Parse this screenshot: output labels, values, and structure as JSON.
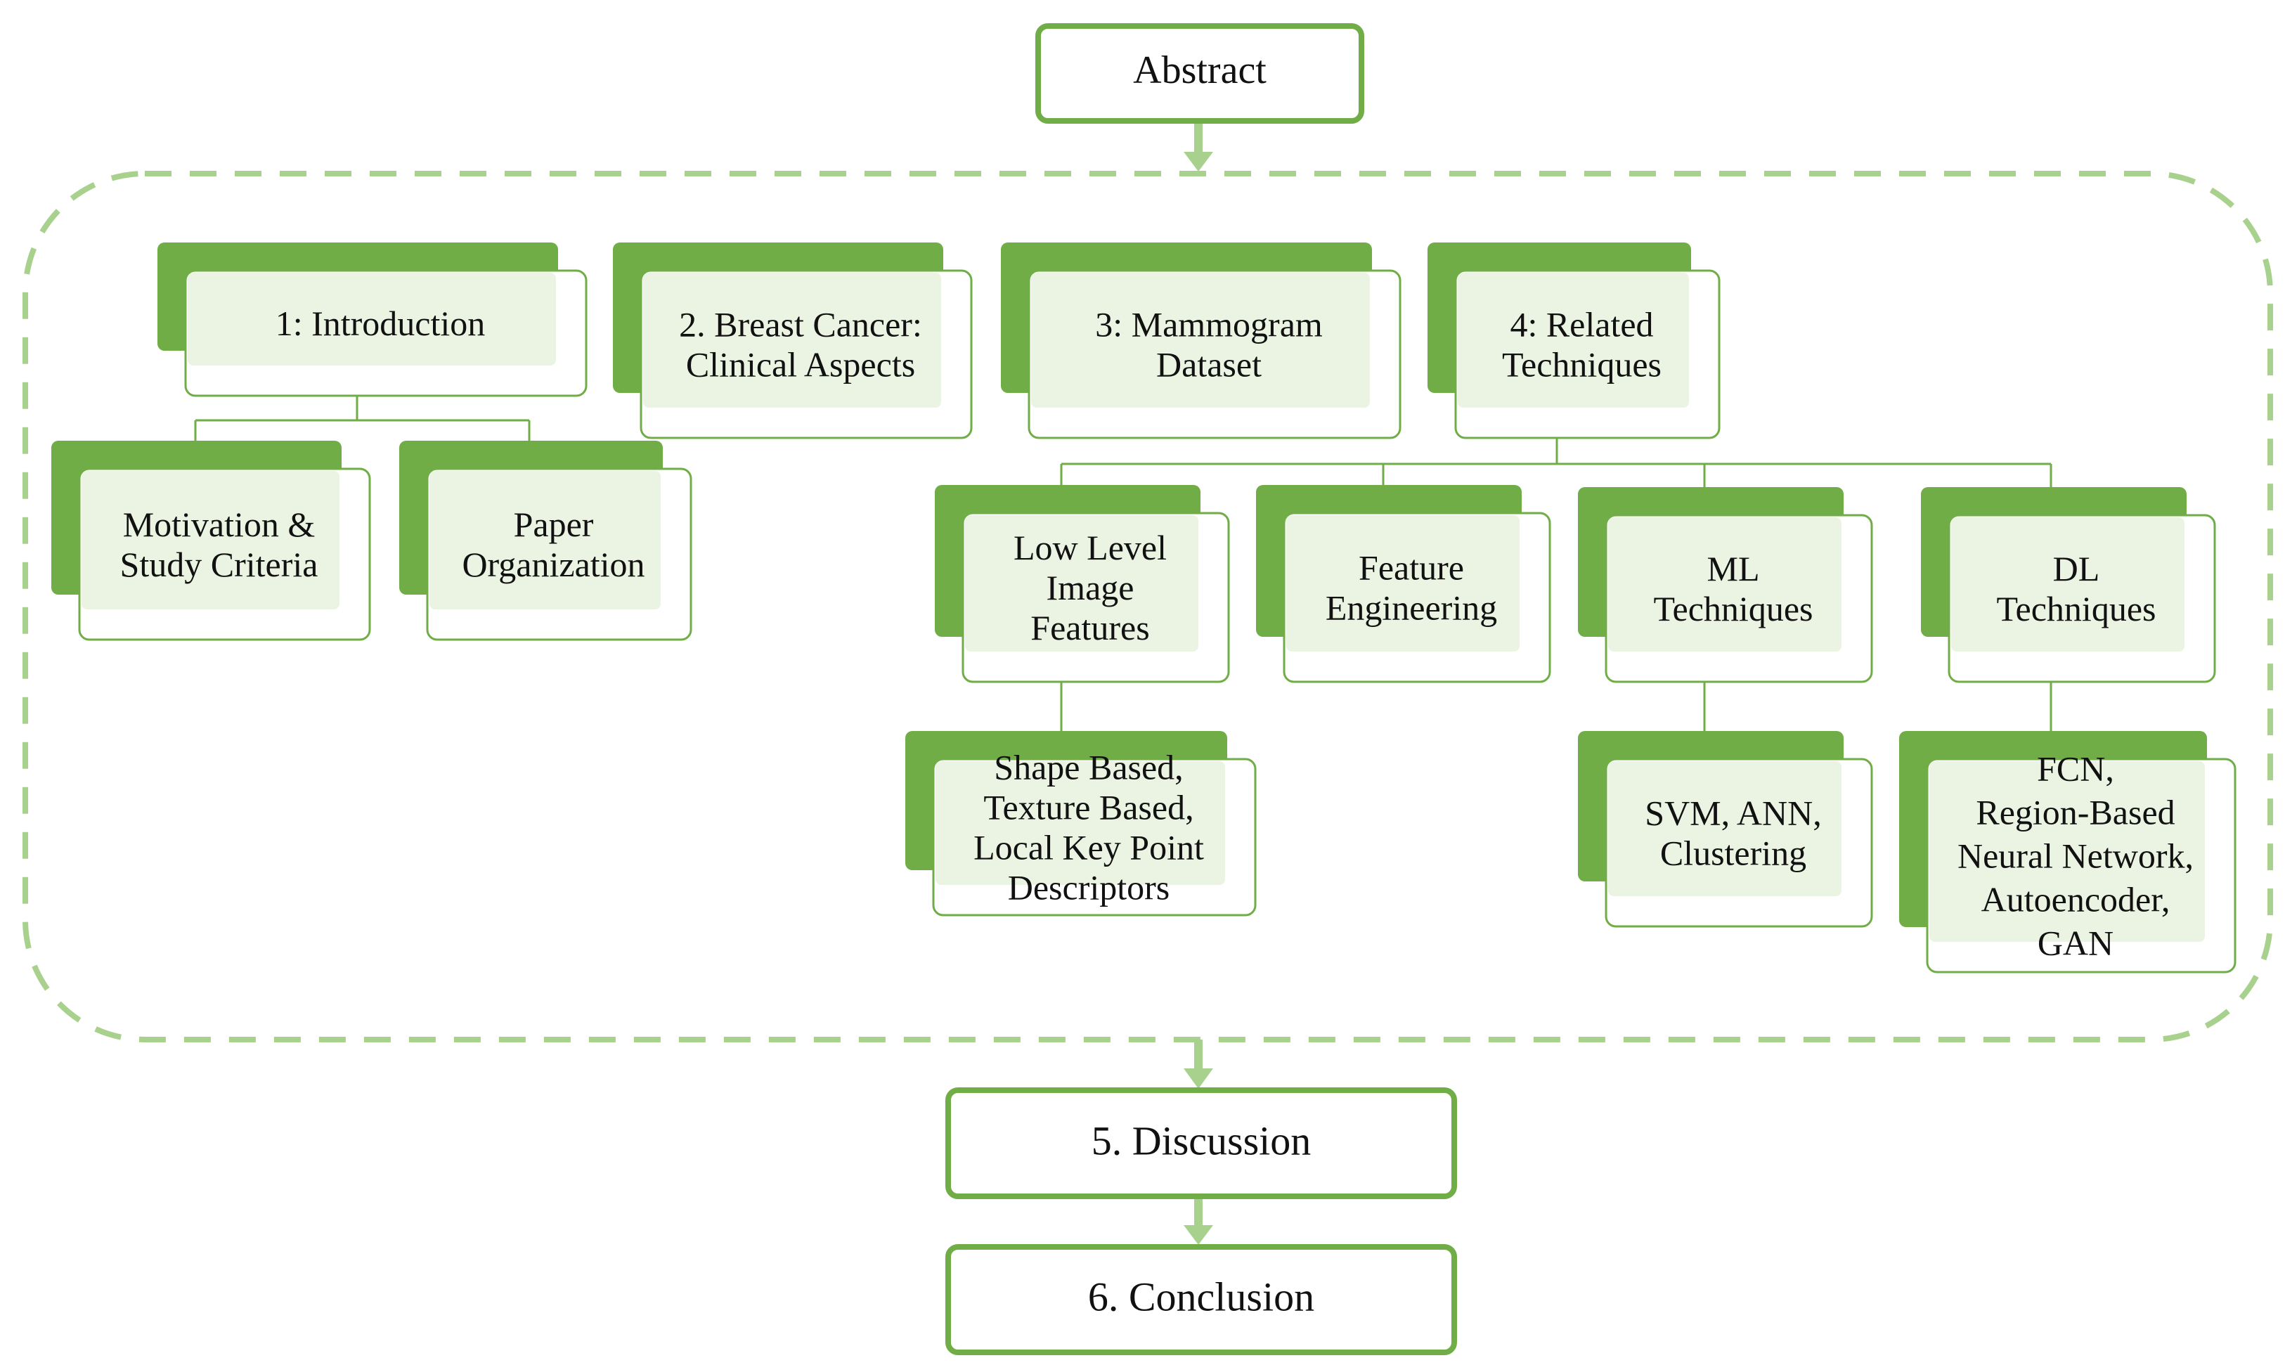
{
  "colors": {
    "green_dark": "#70AD47",
    "green_line": "#A9D18E",
    "box_fill": "#EBF4E3",
    "connector": "#70AD47",
    "text": "#111111"
  },
  "abstract": {
    "label": "Abstract"
  },
  "sections": [
    {
      "id": "introduction",
      "lines": [
        "1: Introduction"
      ]
    },
    {
      "id": "breast-cancer",
      "lines": [
        "2. Breast Cancer:",
        "Clinical Aspects"
      ]
    },
    {
      "id": "mammogram-dataset",
      "lines": [
        "3: Mammogram",
        "Dataset"
      ]
    },
    {
      "id": "related-techniques",
      "lines": [
        "4: Related",
        "Techniques"
      ]
    }
  ],
  "introduction_children": [
    {
      "id": "motivation",
      "lines": [
        "Motivation &",
        "Study Criteria"
      ]
    },
    {
      "id": "paper-organization",
      "lines": [
        "Paper",
        "Organization"
      ]
    }
  ],
  "technique_children": [
    {
      "id": "low-level-features",
      "lines": [
        "Low Level",
        "Image",
        "Features"
      ]
    },
    {
      "id": "feature-engineering",
      "lines": [
        "Feature",
        "Engineering"
      ]
    },
    {
      "id": "ml-techniques",
      "lines": [
        "ML",
        "Techniques"
      ]
    },
    {
      "id": "dl-techniques",
      "lines": [
        "DL",
        "Techniques"
      ]
    }
  ],
  "leaf_children": [
    {
      "id": "shape-texture",
      "lines": [
        "Shape Based,",
        "Texture Based,",
        "Local Key Point",
        "Descriptors"
      ]
    },
    {
      "id": "svm-ann",
      "lines": [
        "SVM, ANN,",
        "Clustering"
      ]
    },
    {
      "id": "fcn-gan",
      "lines": [
        "FCN,",
        "Region-Based",
        "Neural Network,",
        "Autoencoder,",
        "GAN"
      ]
    }
  ],
  "discussion": {
    "label": "5. Discussion"
  },
  "conclusion": {
    "label": "6. Conclusion"
  }
}
